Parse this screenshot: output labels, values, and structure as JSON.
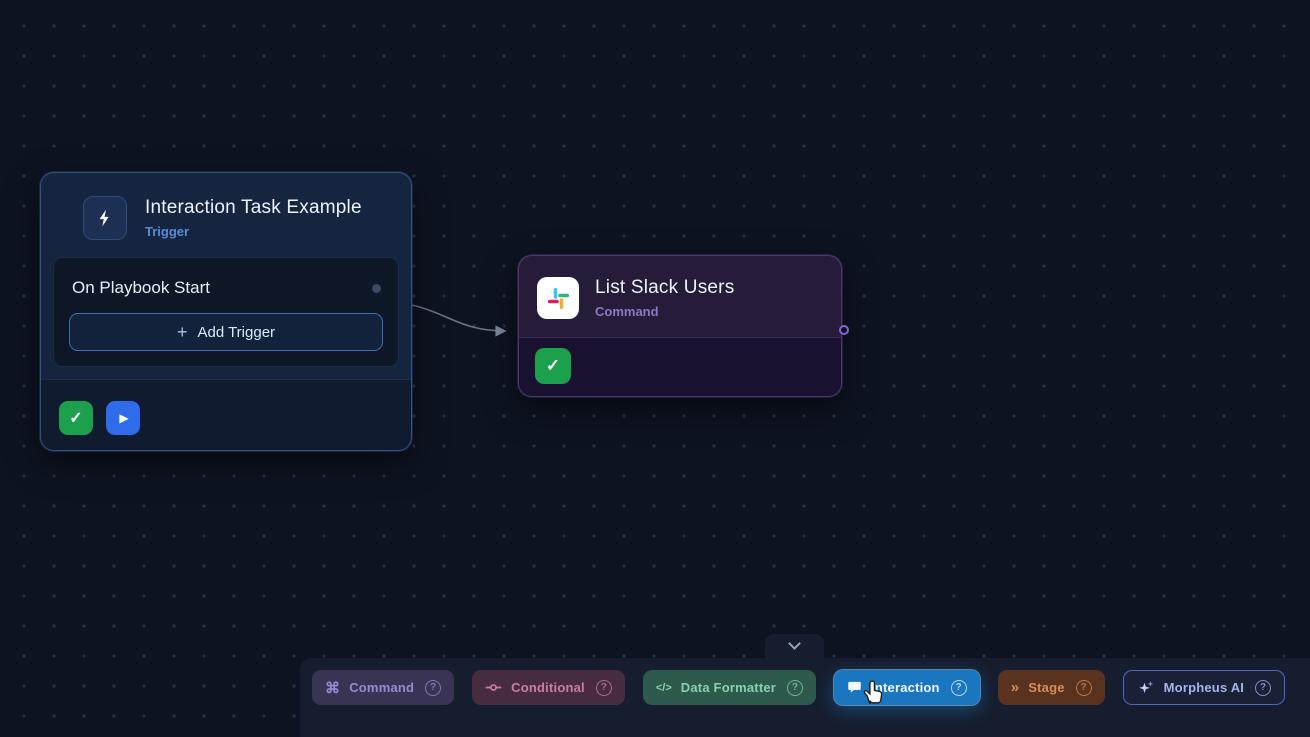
{
  "canvas": {
    "background": "#0d1321",
    "dot_color": "#273044"
  },
  "trigger_node": {
    "title": "Interaction Task Example",
    "subtitle": "Trigger",
    "step_label": "On Playbook Start",
    "add_trigger": {
      "plus": "+",
      "label": "Add Trigger"
    }
  },
  "command_node": {
    "title": "List Slack Users",
    "subtitle": "Command"
  },
  "icons": {
    "check": "✓",
    "play": "▶",
    "command_glyph": "⌘",
    "data_formatter_glyph": "</>",
    "stage_glyph": "»",
    "more_glyph": "•••"
  },
  "toolbar": {
    "help_glyph": "?",
    "items": [
      {
        "label": "Command",
        "color": "#968cd3"
      },
      {
        "label": "Conditional",
        "color": "#c8809f"
      },
      {
        "label": "Data Formatter",
        "color": "#8ad0ad"
      },
      {
        "label": "Interaction",
        "color": "#f2f8ff",
        "active": true
      },
      {
        "label": "Stage",
        "color": "#d68d5e"
      },
      {
        "label": "Morpheus AI",
        "color": "#a9b3ec"
      }
    ]
  },
  "colors": {
    "success_green": "#1ca04c",
    "run_blue": "#2e6cec",
    "trigger_accent": "#5c8bd6",
    "command_accent": "#8b78c6",
    "interaction_highlight": "#1b76c0",
    "slack_blue": "#36C5F0",
    "slack_green": "#2EB67D",
    "slack_yellow": "#ECB22E",
    "slack_red": "#E01E5A"
  }
}
